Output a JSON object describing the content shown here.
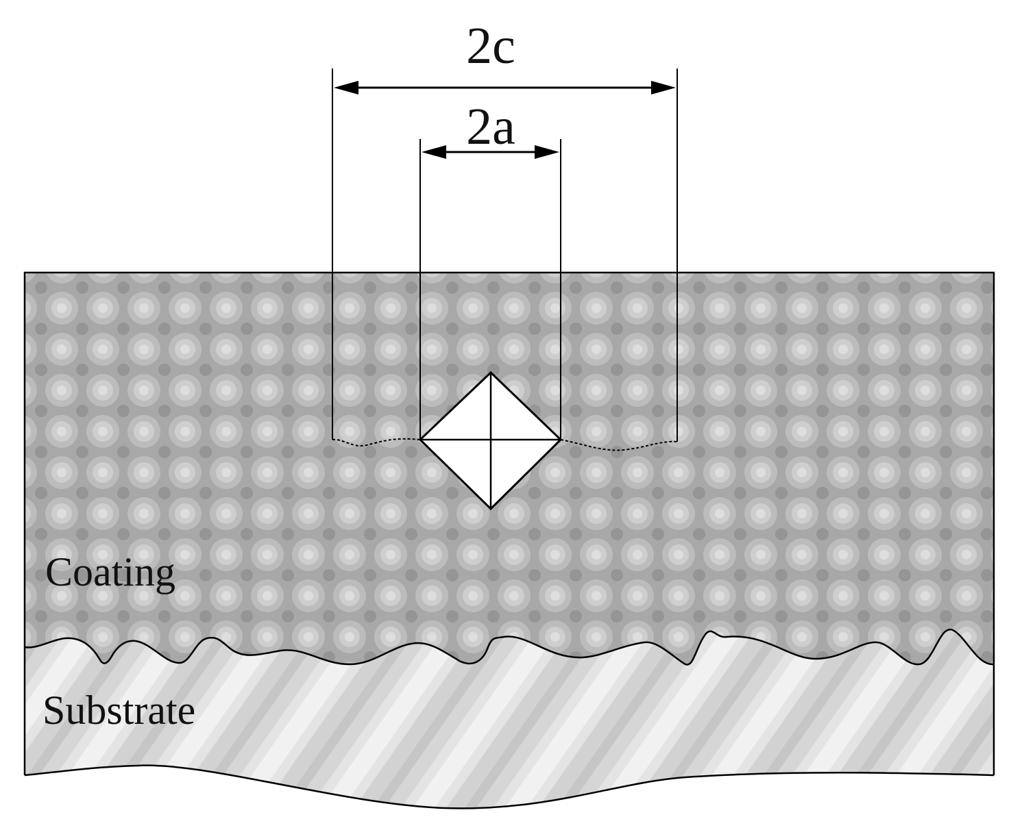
{
  "labels": {
    "crack_length": "2c",
    "indent_diagonal": "2a",
    "coating": "Coating",
    "substrate": "Substrate"
  },
  "colors": {
    "coating_base": "#a8a8a8",
    "coating_highlight": "#dedede",
    "coating_shadow": "#8f8f8f",
    "substrate_base": "#e4e4e4",
    "substrate_stripe": "#c6c6c6",
    "line": "#000000",
    "indent_fill": "#ffffff"
  },
  "icons": {
    "indent": "vickers-indent-icon"
  }
}
